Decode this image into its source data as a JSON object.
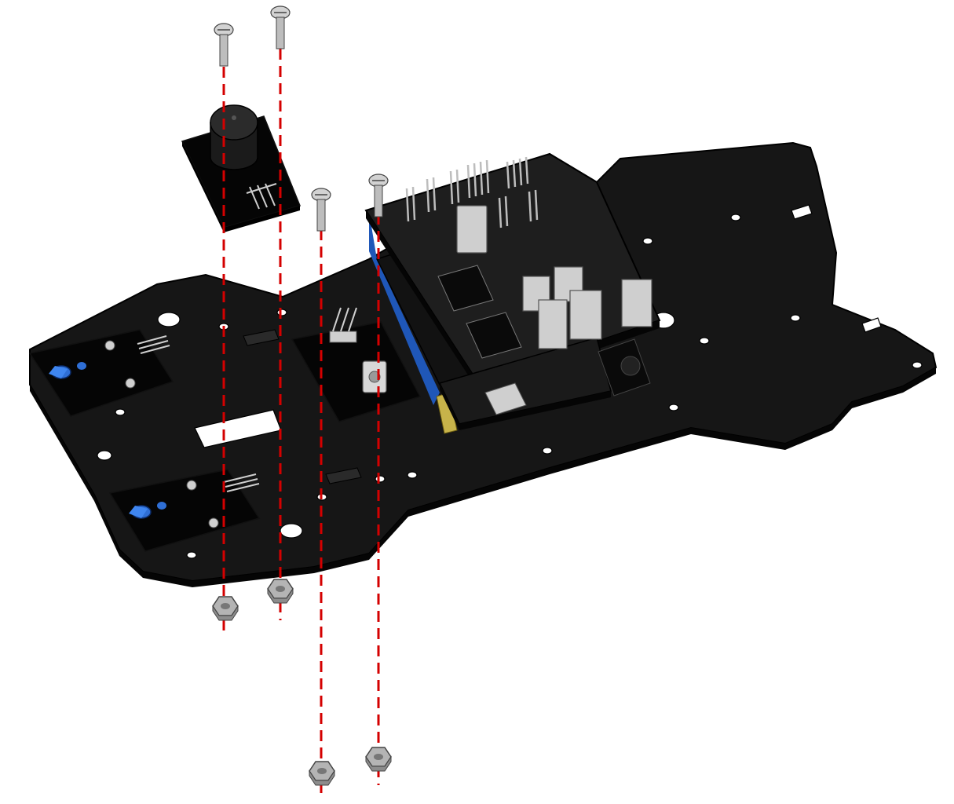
{
  "diagram": {
    "kind": "exploded-assembly",
    "colors": {
      "background": "#ffffff",
      "plate": "#161616",
      "plate_edge": "#000000",
      "hole": "#ffffff",
      "module": "#050505",
      "shield_board": "#1e1e1e",
      "connector": "#cfcfcf",
      "pin": "#9a9a9a",
      "hardware": "#b4b4b4",
      "assembly_line": "#d40000",
      "led": "#2f6fd6",
      "arduino_edge": "#1f57b8",
      "gold_header": "#c7b34a"
    },
    "parts": [
      {
        "id": "chassis-plate",
        "icon": "chassis-plate-icon"
      },
      {
        "id": "buzzer-module",
        "icon": "buzzer-icon"
      },
      {
        "id": "ir-receiver-module",
        "icon": "ir-receiver-icon"
      },
      {
        "id": "line-sensor-front",
        "icon": "ir-sensor-icon"
      },
      {
        "id": "line-sensor-rear",
        "icon": "ir-sensor-icon"
      },
      {
        "id": "sensor-shield",
        "icon": "sensor-shield-icon"
      },
      {
        "id": "screw",
        "count": 4,
        "icon": "screw-icon"
      },
      {
        "id": "hex-nut",
        "count": 4,
        "icon": "hex-nut-icon"
      }
    ]
  }
}
